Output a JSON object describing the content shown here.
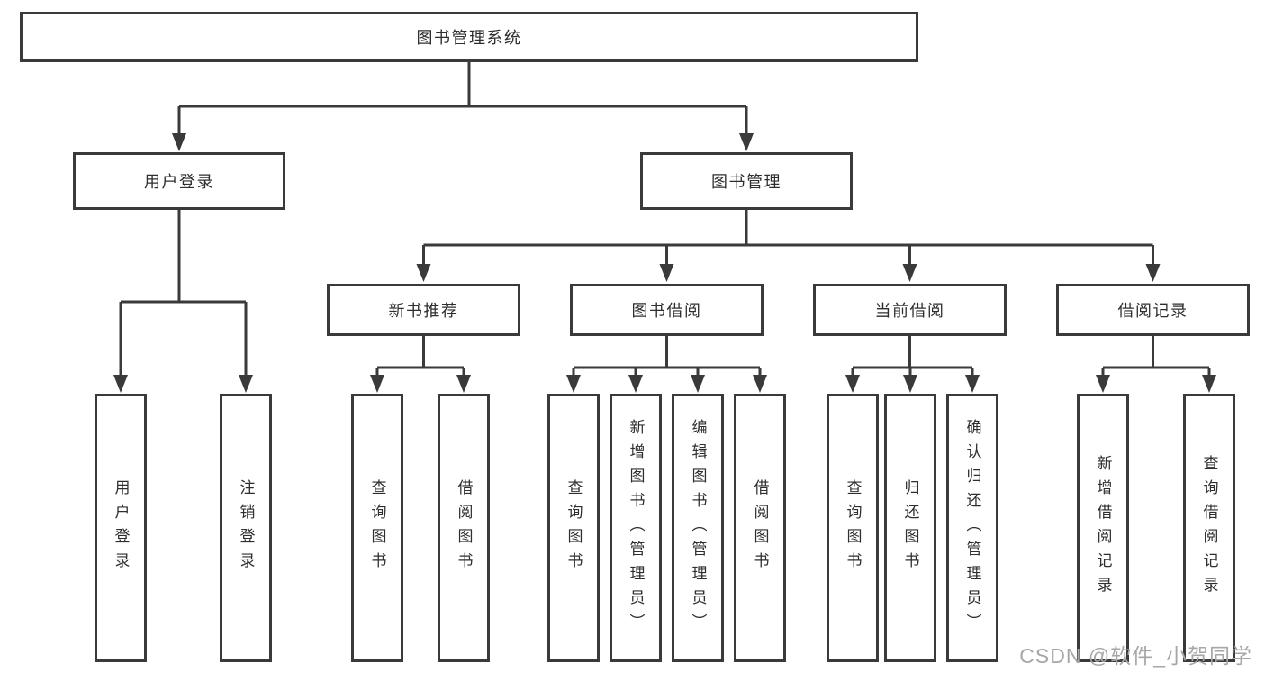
{
  "diagram": {
    "root": {
      "label": "图书管理系统"
    },
    "user_login": {
      "label": "用户登录",
      "children": [
        {
          "label": "用户登录"
        },
        {
          "label": "注销登录"
        }
      ]
    },
    "book_mgmt": {
      "label": "图书管理",
      "children": [
        {
          "label": "新书推荐",
          "children": [
            {
              "label": "查询图书"
            },
            {
              "label": "借阅图书"
            }
          ]
        },
        {
          "label": "图书借阅",
          "children": [
            {
              "label": "查询图书"
            },
            {
              "label": "新增图书（管理员）"
            },
            {
              "label": "编辑图书（管理员）"
            },
            {
              "label": "借阅图书"
            }
          ]
        },
        {
          "label": "当前借阅",
          "children": [
            {
              "label": "查询图书"
            },
            {
              "label": "归还图书"
            },
            {
              "label": "确认归还（管理员）"
            }
          ]
        },
        {
          "label": "借阅记录",
          "children": [
            {
              "label": "新增借阅记录"
            },
            {
              "label": "查询借阅记录"
            }
          ]
        }
      ]
    }
  },
  "watermark": {
    "text": "CSDN @软件_小贺同学"
  },
  "colors": {
    "line": "#3a3a3a",
    "box_border": "#3a3a3a",
    "text": "#2e2e2e",
    "watermark_gray": "#a6a6a6",
    "background": "#ffffff"
  }
}
